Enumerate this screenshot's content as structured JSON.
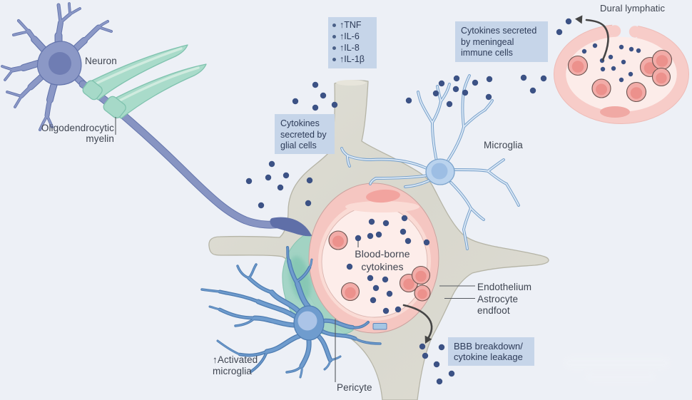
{
  "figure": {
    "background": "#edf0f6"
  },
  "colors": {
    "background": "#edf0f6",
    "cytokine_dot": "#3c5285",
    "label_text": "#3e4450",
    "box_background": "#c6d5e9",
    "box_text": "#2d3b58",
    "neuron_fill": "#8b98c6",
    "neuron_outline": "#6273ab",
    "neuron_nucleus": "#6f7db3",
    "myelin_fill": "#abdccb",
    "myelin_outline": "#80c2ae",
    "astrocyte_fill": "#dad9d0",
    "astrocyte_outline": "#b5b4a6",
    "vessel_ring": "#f5c6c1",
    "vessel_lumen": "#fdedea",
    "red_blood_cell": "#f2aca8",
    "microglia_fill": "#bad3ee",
    "activated_microglia_fill": "#6f9cce",
    "pericyte_fill": "#9dd2c2",
    "arrow": "#454545"
  },
  "labels": {
    "neuron": "Neuron",
    "oligodendrocytic_myelin": {
      "line1": "Oligodendrocytic",
      "line2": "myelin"
    },
    "dural_lymphatic": "Dural lymphatic",
    "microglia": "Microglia",
    "blood_borne_cytokines": {
      "line1": "Blood-borne",
      "line2": "cytokines"
    },
    "endothelium": "Endothelium",
    "astrocyte_endfoot": {
      "line1": "Astrocyte",
      "line2": "endfoot"
    },
    "activated_microglia": {
      "line1": "↑Activated",
      "line2": "microglia"
    },
    "pericyte": "Pericyte"
  },
  "boxes": {
    "cytokine_list": {
      "items": [
        "↑TNF",
        "↑IL-6",
        "↑IL-8",
        "↑IL-1β"
      ]
    },
    "glial": {
      "line1": "Cytokines",
      "line2": "secreted by",
      "line3": "glial cells"
    },
    "meningeal": {
      "line1": "Cytokines secreted",
      "line2": "by meningeal",
      "line3": "immune cells"
    },
    "bbb": {
      "line1": "BBB breakdown/",
      "line2": "cytokine leakage"
    }
  }
}
